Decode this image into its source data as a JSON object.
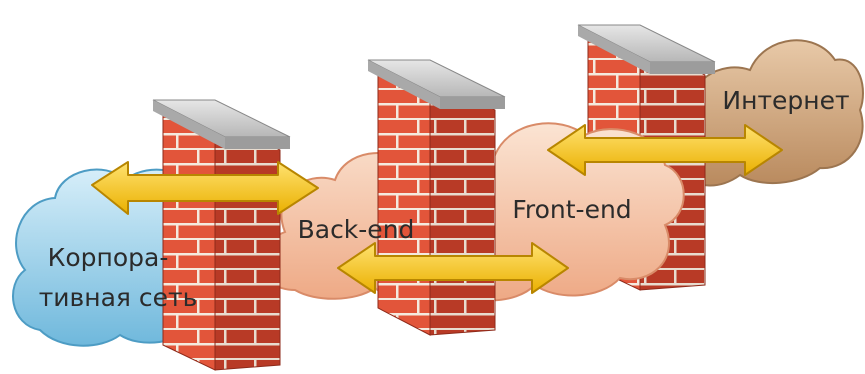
{
  "labels": {
    "corporate_line1": "Корпора-",
    "corporate_line2": "тивная сеть",
    "backend": "Back-end",
    "frontend": "Front-end",
    "internet": "Интернет"
  },
  "colors": {
    "corporate_cloud": "#8ecbe6",
    "dmz_cloud": "#f3bfa3",
    "internet_cloud": "#c69a72",
    "brick": "#e2553a",
    "mortar": "#f4eadf",
    "wall_cap": "#c8c8c8",
    "arrow": "#f5c518"
  },
  "icons": [
    "cloud-icon",
    "firewall-wall-icon",
    "double-arrow-icon"
  ]
}
